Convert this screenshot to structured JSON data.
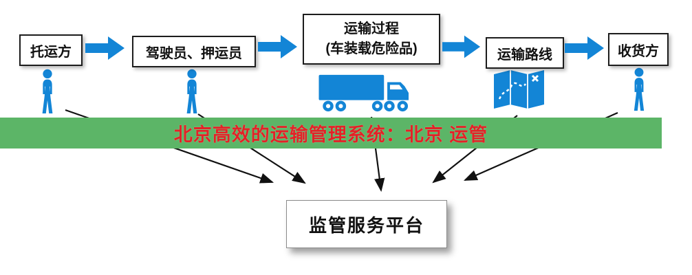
{
  "banner": {
    "text": "北京高效的运输管理系统：北京 运管"
  },
  "flow": {
    "nodes": [
      {
        "id": "shipper",
        "label": "托运方"
      },
      {
        "id": "crew",
        "label": "驾驶员、押运员"
      },
      {
        "id": "process",
        "line1": "运输过程",
        "line2": "(车装载危险品)"
      },
      {
        "id": "route",
        "label": "运输路线"
      },
      {
        "id": "consignee",
        "label": "收货方"
      }
    ],
    "platform_label": "监管服务平台"
  },
  "icons": {
    "shipper": "person-icon",
    "crew": "person-icon",
    "process": "truck-icon",
    "route": "map-icon",
    "consignee": "person-icon"
  },
  "colors": {
    "accent_blue": "#1385d6",
    "banner_green": "#5cb567",
    "banner_text_red": "#e32227",
    "arrow_black": "#111111",
    "background": "#ffffff"
  }
}
